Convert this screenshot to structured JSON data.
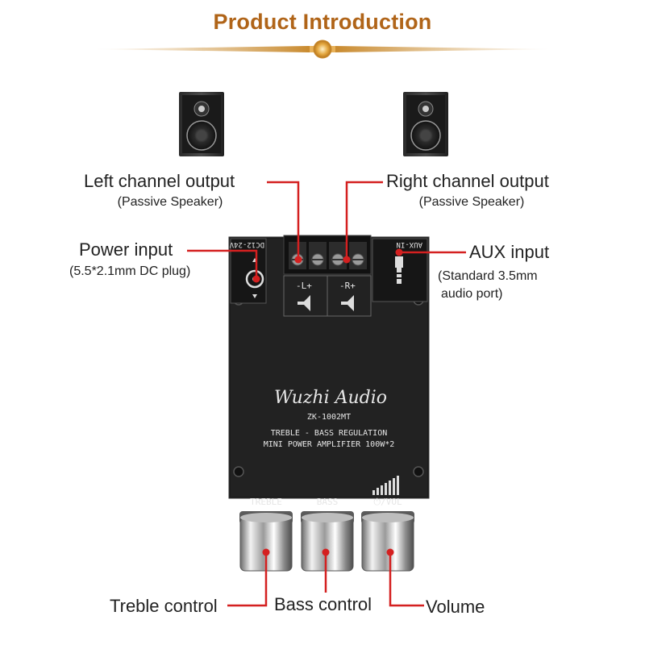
{
  "header": {
    "title": "Product Introduction"
  },
  "labels": {
    "left_output": "Left channel output",
    "left_output_sub": "(Passive Speaker)",
    "right_output": "Right channel output",
    "right_output_sub": "(Passive Speaker)",
    "power_input": "Power input",
    "power_input_sub": "(5.5*2.1mm DC plug)",
    "aux_input": "AUX input",
    "aux_input_sub_1": "(Standard 3.5mm",
    "aux_input_sub_2": "audio port)",
    "treble_control": "Treble control",
    "bass_control": "Bass control",
    "volume": "Volume"
  },
  "board": {
    "brand": "Wuzhi Audio",
    "model": "ZK-1002MT",
    "line1": "TREBLE - BASS REGULATION",
    "line2": "MINI POWER AMPLIFIER 100W*2",
    "dc_label": "DC12-24V",
    "aux_label": "AUX-IN",
    "left_terminal": "-L+",
    "right_terminal": "-R+",
    "knob_treble": "TREBLE",
    "knob_bass": "BASS",
    "knob_vol": "⏻/VOL"
  },
  "colors": {
    "title": "#b06418",
    "accent_line": "#d4a45a",
    "callout": "#d42020",
    "board": "#1b1b1b"
  }
}
